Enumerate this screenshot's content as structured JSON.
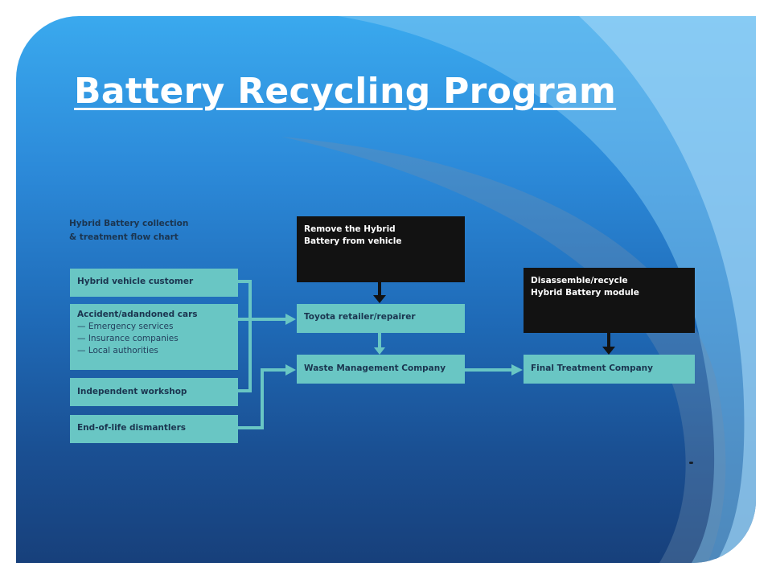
{
  "slide": {
    "title": "Battery Recycling Program",
    "colors": {
      "background_top": "#3aa9ee",
      "background_bottom": "#17407b",
      "node_light": "#69c6c4",
      "node_dark": "#121212",
      "connector": "#69c6c4",
      "title": "#ffffff"
    }
  },
  "diagram": {
    "caption": [
      "Hybrid Battery collection",
      "& treatment flow chart"
    ],
    "sources": [
      {
        "label": "Hybrid vehicle customer"
      },
      {
        "label": "Accident/adandoned cars",
        "items": [
          "— Emergency services",
          "— Insurance companies",
          "— Local authorities"
        ]
      },
      {
        "label": "Independent workshop"
      },
      {
        "label": "End-of-life dismantlers"
      }
    ],
    "remove_step": [
      "Remove the Hybrid",
      "Battery from vehicle"
    ],
    "retailer": "Toyota retailer/repairer",
    "waste_company": "Waste Management Company",
    "disassemble_step": [
      "Disassemble/recycle",
      "Hybrid Battery module"
    ],
    "final_company": "Final Treatment Company"
  }
}
